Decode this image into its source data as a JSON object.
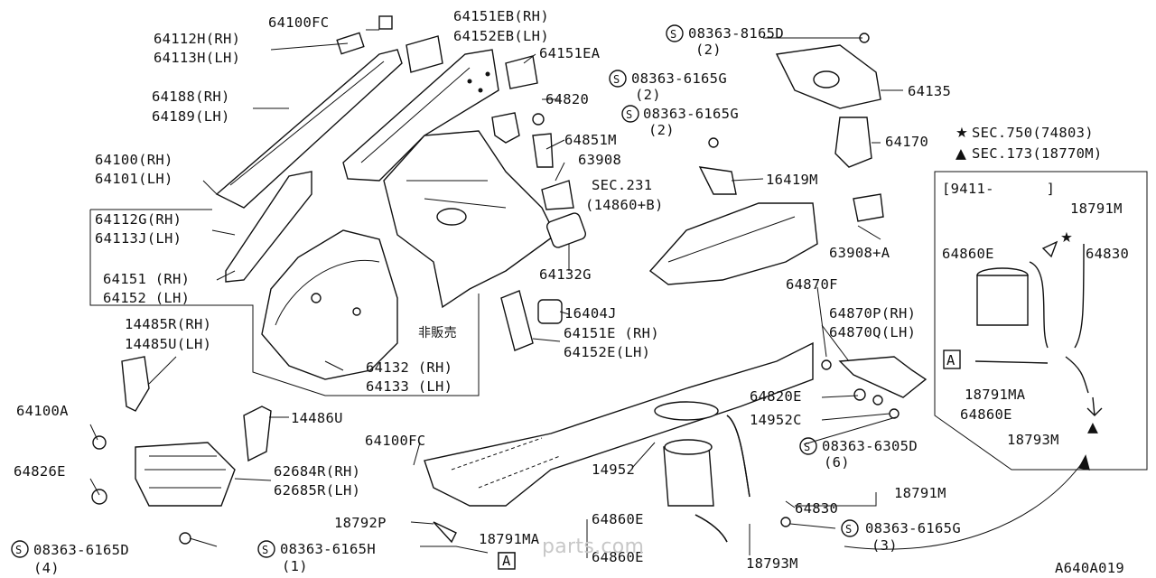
{
  "diagram_id": "A640A019",
  "watermark": "parts.com",
  "legend": [
    {
      "symbol": "★",
      "text": "SEC.750(74803)"
    },
    {
      "symbol": "▲",
      "text": "SEC.173(18770M)"
    }
  ],
  "inset_period": "[9411-      ]",
  "callouts": {
    "c64100fc_top": "64100FC",
    "c64151eb": "64151EB(RH)",
    "c64152eb": "64152EB(LH)",
    "c64112h": "64112H(RH)",
    "c64113h": "64113H(LH)",
    "c64151ea": "64151EA",
    "c64188": "64188(RH)",
    "c64189": "64189(LH)",
    "c64100rh": "64100(RH)",
    "c64101lh": "64101(LH)",
    "c64112g": "64112G(RH)",
    "c64113j": "64113J(LH)",
    "c64151": "64151 (RH)",
    "c64152": "64152 (LH)",
    "c14485r": "14485R(RH)",
    "c14485u": "14485U(LH)",
    "c64100a": "64100A",
    "c14486u": "14486U",
    "c64826e": "64826E",
    "c62684r": "62684R(RH)",
    "c62685r": "62685R(LH)",
    "c08363_6165d_qty": "(4)",
    "c64132": "64132 (RH)",
    "c64133": "64133 (LH)",
    "c_nonsale": "非販売",
    "c64820": "64820",
    "c64851m": "64851M",
    "c63908": "63908",
    "c_sec231": "SEC.231",
    "c_sec231_sub": "(14860+B)",
    "c64132g": "64132G",
    "c16404j": "16404J",
    "c64151e": "64151E (RH)",
    "c64152e": "64152E(LH)",
    "c08363_8165d": "08363-8165D",
    "c08363_8165d_qty": "(2)",
    "c64135": "64135",
    "c08363_6165g_a": "08363-6165G",
    "c08363_6165g_a_qty": "(2)",
    "c08363_6165g_b": "08363-6165G",
    "c08363_6165g_b_qty": "(2)",
    "c64170": "64170",
    "c16419m": "16419M",
    "c63908a": "63908+A",
    "c64870f": "64870F",
    "c64870p": "64870P(RH)",
    "c64870q": "64870Q(LH)",
    "c64820e": "64820E",
    "c14952c": "14952C",
    "c08363_6305d": "08363-6305D",
    "c08363_6305d_qty": "(6)",
    "c64100fc_bot": "64100FC",
    "c14952": "14952",
    "c64830": "64830",
    "c18791m": "18791M",
    "c08363_6165g_c": "08363-6165G",
    "c08363_6165g_c_qty": "(3)",
    "c18793m": "18793M",
    "c18792p": "18792P",
    "c18791ma": "18791MA",
    "c64860e_a": "64860E",
    "c64860e_b": "64860E",
    "c08363_6165d": "08363-6165D",
    "c08363_6165h": "08363-6165H",
    "c08363_6165h_qty": "(1)",
    "inset_18791m": "18791M",
    "inset_64860e": "64860E",
    "inset_64830": "64830",
    "inset_18791ma": "18791MA",
    "inset_64860e_b": "64860E",
    "inset_18793m": "18793M",
    "ref_a": "A"
  }
}
